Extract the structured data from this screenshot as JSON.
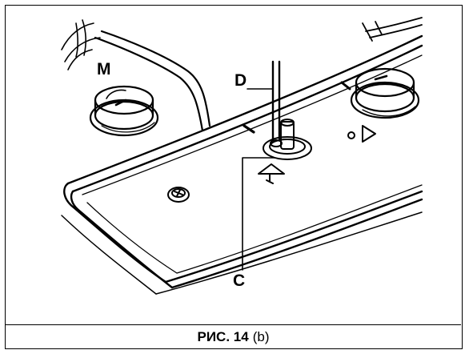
{
  "figure": {
    "labels": {
      "M": "M",
      "D": "D",
      "C": "C"
    }
  },
  "caption": {
    "number": "РИС. 14",
    "suffix": "(b)"
  }
}
